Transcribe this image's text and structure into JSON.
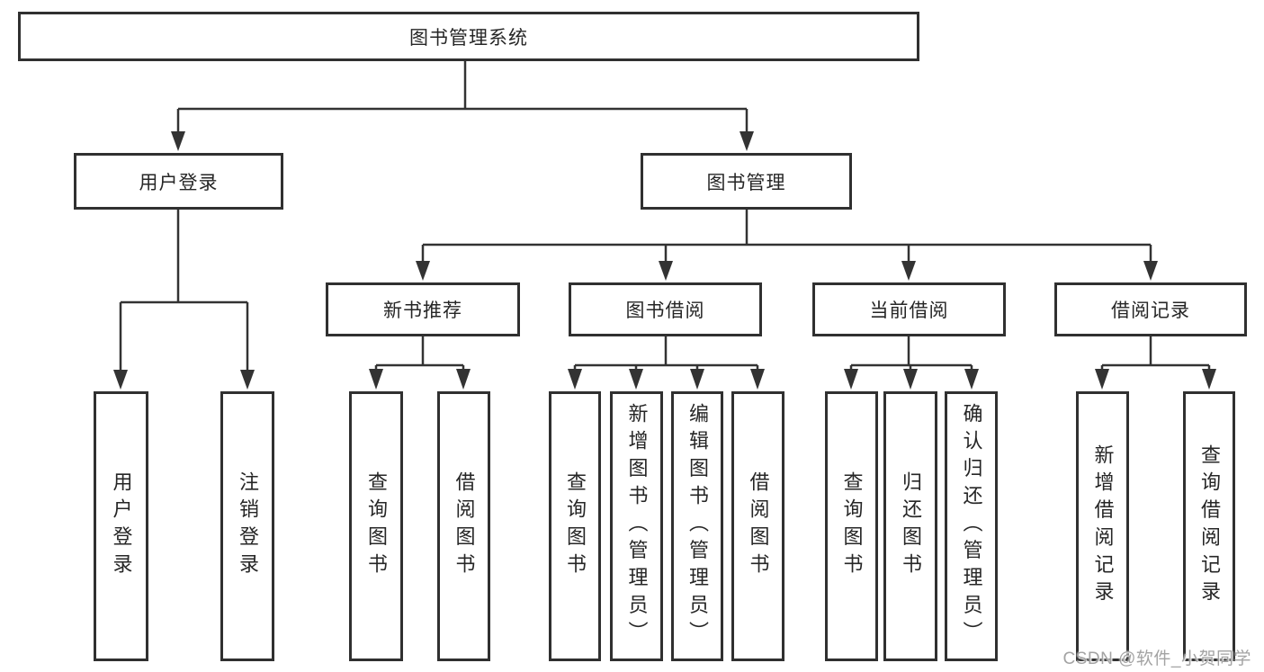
{
  "nodes": {
    "root": "图书管理系统",
    "user_login": "用户登录",
    "book_management": "图书管理",
    "new_book_recommend": "新书推荐",
    "book_borrowing": "图书借阅",
    "current_borrowing": "当前借阅",
    "borrowing_records": "借阅记录",
    "leaf_user_login": "用户登录",
    "leaf_logout": "注销登录",
    "leaf_nb_query_books": "查询图书",
    "leaf_nb_borrow_books": "借阅图书",
    "leaf_bb_query_books": "查询图书",
    "leaf_bb_add_books": "新增图书（管理员）",
    "leaf_bb_edit_books": "编辑图书（管理员）",
    "leaf_bb_borrow_books": "借阅图书",
    "leaf_cb_query_books": "查询图书",
    "leaf_cb_return_books": "归还图书",
    "leaf_cb_confirm_return": "确认归还（管理员）",
    "leaf_br_add_record": "新增借阅记录",
    "leaf_br_query_record": "查询借阅记录"
  },
  "watermark": "CSDN @软件_小贺同学",
  "colors": {
    "line": "#333333",
    "border": "#303030",
    "text": "#262626",
    "watermark": "#a3a3a3"
  }
}
